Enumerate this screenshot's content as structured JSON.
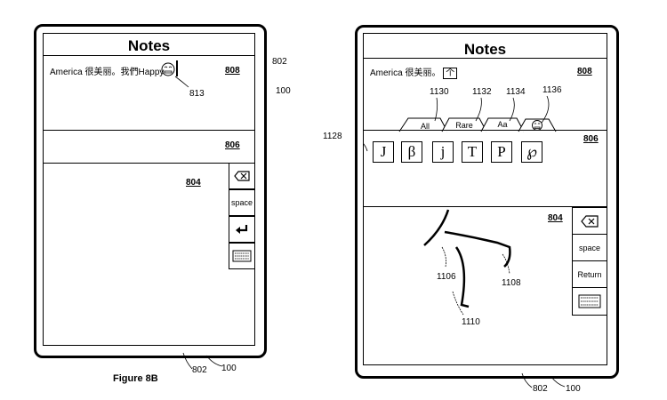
{
  "figure_label": "Figure 8B",
  "left_device": {
    "title": "Notes",
    "text_english": "America",
    "text_chinese": "很美丽。我們",
    "text_happy": "Happy",
    "emoji_icon": "grinning-face-icon",
    "ref_808": "808",
    "ref_806": "806",
    "ref_804": "804",
    "ref_813": "813",
    "ref_802_side": "802",
    "ref_100_side": "100",
    "ref_802_bottom": "802",
    "ref_100_bottom": "100",
    "keys": {
      "delete_icon": "backspace-icon",
      "space": "space",
      "return_icon": "return-arrow-icon",
      "keyboard_icon": "keyboard-icon"
    }
  },
  "right_device": {
    "title": "Notes",
    "text_english": "America",
    "text_chinese": "很美丽。",
    "text_cursor_char": "个",
    "ref_808": "808",
    "ref_806": "806",
    "ref_804": "804",
    "tabs": [
      {
        "label": "All",
        "ref": "1130"
      },
      {
        "label": "Rare",
        "ref": "1132"
      },
      {
        "label": "Aa",
        "ref": "1134"
      },
      {
        "label": "",
        "ref": "1136",
        "icon": "grinning-face-icon"
      }
    ],
    "candidates_ref": "1128",
    "candidates": [
      "J",
      "β",
      "j",
      "T",
      "P",
      "℘"
    ],
    "stroke_refs": {
      "left": "1106",
      "right": "1108",
      "bottom": "1110"
    },
    "keys": {
      "delete_icon": "backspace-icon",
      "space": "space",
      "return": "Return",
      "keyboard_icon": "keyboard-icon"
    },
    "ref_802_bottom": "802",
    "ref_100_bottom": "100"
  }
}
